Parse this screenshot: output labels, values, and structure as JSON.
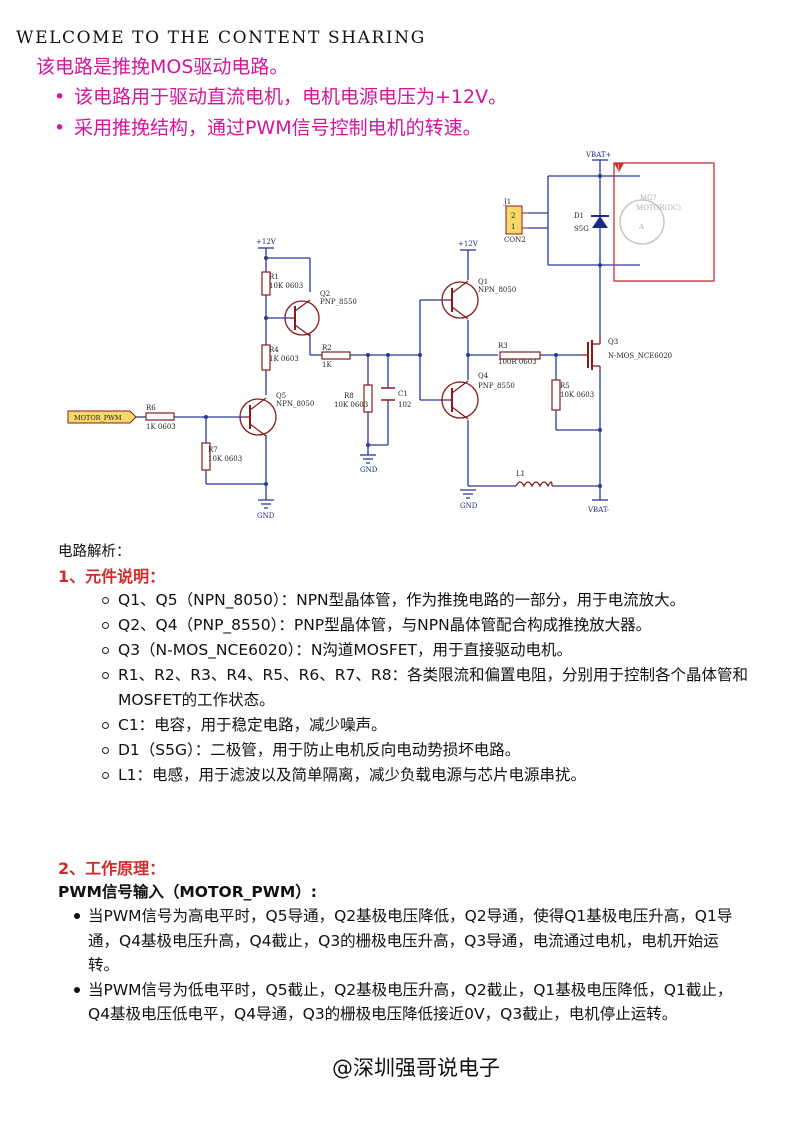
{
  "header": "WELCOME TO THE CONTENT SHARING",
  "intro": "该电路是推挽MOS驱动电路。",
  "top_bullets": [
    "该电路用于驱动直流电机，电机电源电压为+12V。",
    "采用推挽结构，通过PWM信号控制电机的转速。"
  ],
  "schematic": {
    "vbat_plus": "VBAT+",
    "vbat_minus": "VBAT-",
    "plus12_left": "+12V",
    "plus12_mid": "+12V",
    "gnd_left": "GND",
    "gnd_mid": "GND",
    "gnd_right": "GND",
    "motor_pwm": "MOTOR_PWM",
    "j1": "J1",
    "j1_pin2": "2",
    "j1_pin1": "1",
    "con2": "CON2",
    "d1": "D1",
    "d1_val": "S5G",
    "mg": "MG?",
    "mg_val": "MOTOR(DC)",
    "motor_a": "A",
    "r1": "R1",
    "r1_val": "10K 0603",
    "r4": "R4",
    "r4_val": "1K 0603",
    "r2": "R2",
    "r2_val": "1K",
    "r6": "R6",
    "r6_val": "1K 0603",
    "r7": "R7",
    "r7_val": "10K 0603",
    "r8": "R8",
    "r8_val": "10K 0603",
    "c1": "C1",
    "c1_val": "102",
    "r3": "R3",
    "r3_val": "100R 0603",
    "r5": "R5",
    "r5_val": "10K 0603",
    "l1": "L1",
    "q1": "Q1",
    "q1_val": "NPN_8050",
    "q2": "Q2",
    "q2_val": "PNP_8550",
    "q3": "Q3",
    "q3_val": "N-MOS_NCE6020",
    "q4": "Q4",
    "q4_val": "PNP_8550",
    "q5": "Q5",
    "q5_val": "NPN_8050",
    "warn": "!"
  },
  "analysis_label": "电路解析：",
  "section1_title": "1、元件说明：",
  "components": [
    "Q1、Q5（NPN_8050）：NPN型晶体管，作为推挽电路的一部分，用于电流放大。",
    "Q2、Q4（PNP_8550）：PNP型晶体管，与NPN晶体管配合构成推挽放大器。",
    "Q3（N-MOS_NCE6020）：N沟道MOSFET，用于直接驱动电机。",
    "R1、R2、R3、R4、R5、R6、R7、R8：各类限流和偏置电阻，分别用于控制各个晶体管和MOSFET的工作状态。",
    "C1：电容，用于稳定电路，减少噪声。",
    "D1（S5G）：二极管，用于防止电机反向电动势损坏电路。",
    "L1：电感，用于滤波以及简单隔离，减少负载电源与芯片电源串扰。"
  ],
  "section2_title": "2、工作原理：",
  "pwm_heading": "PWM信号输入（MOTOR_PWM）:",
  "principles": [
    "当PWM信号为高电平时，Q5导通，Q2基极电压降低，Q2导通，使得Q1基极电压升高，Q1导通，Q4基极电压升高，Q4截止，Q3的栅极电压升高，Q3导通，电流通过电机，电机开始运转。",
    "当PWM信号为低电平时，Q5截止，Q2基极电压升高，Q2截止，Q1基极电压降低，Q1截止，Q4基极电压低电平，Q4导通，Q3的栅极电压降低接近0V，Q3截止，电机停止运转。"
  ],
  "footer": "@深圳强哥说电子",
  "colors": {
    "magenta": "#d4149c",
    "red_heading": "#d22a2a",
    "wire": "#2b3a9a",
    "part": "#8a1a1a"
  }
}
